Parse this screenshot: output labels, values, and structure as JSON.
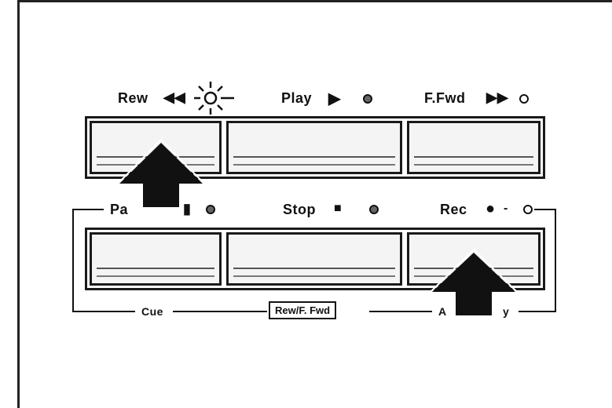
{
  "top_row": {
    "rew_label": "Rew",
    "play_label": "Play",
    "ffwd_label": "F.Fwd"
  },
  "bottom_row": {
    "pause_label": "Pa",
    "stop_label": "Stop",
    "rec_label": "Rec"
  },
  "bracket": {
    "cue_label": "Cue",
    "center_label": "Rew/F. Fwd",
    "right_label_prefix": "A",
    "right_label_suffix": "y"
  }
}
